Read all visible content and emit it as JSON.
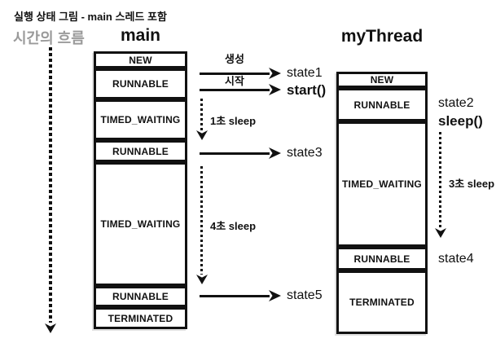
{
  "title": "실행 상태 그림 - main 스레드 포함",
  "time_axis": {
    "label": "시간의 흐름"
  },
  "threads": {
    "main": {
      "header": "main",
      "states": [
        "NEW",
        "RUNNABLE",
        "TIMED_WAITING",
        "RUNNABLE",
        "TIMED_WAITING",
        "RUNNABLE",
        "TERMINATED"
      ]
    },
    "myThread": {
      "header": "myThread",
      "states": [
        "NEW",
        "RUNNABLE",
        "TIMED_WAITING",
        "RUNNABLE",
        "TERMINATED"
      ]
    }
  },
  "transitions": {
    "create_label": "생성",
    "start_label": "시작",
    "state1": "state1",
    "start_call": "start()",
    "sleep1_label": "1초 sleep",
    "state3": "state3",
    "sleep4_label": "4초 sleep",
    "state5": "state5",
    "state2": "state2",
    "sleep_call": "sleep()",
    "sleep3_label": "3초 sleep",
    "state4": "state4"
  },
  "colors": {
    "ink": "#111111",
    "muted_gray": "#9a9a9a",
    "background": "#ffffff"
  }
}
